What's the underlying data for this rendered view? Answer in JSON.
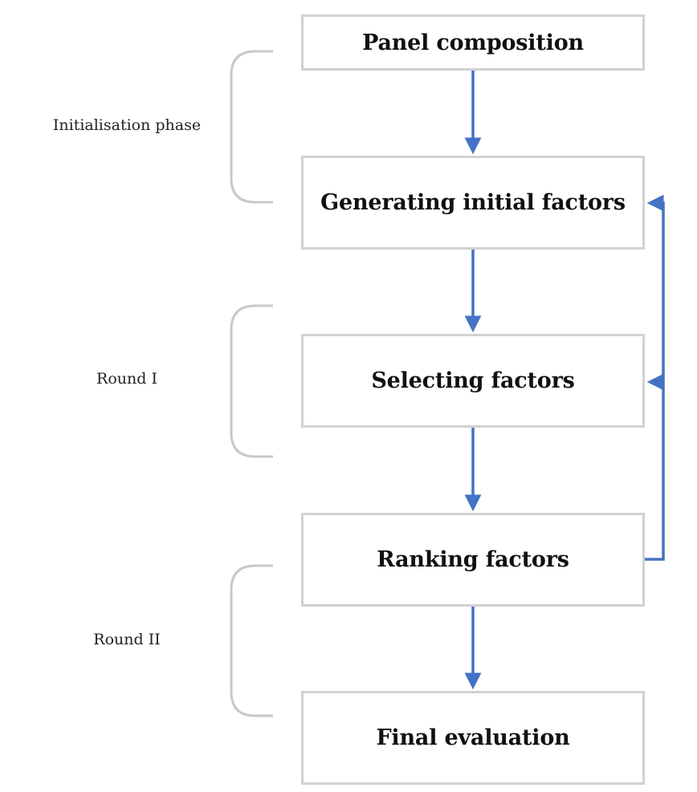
{
  "diagram": {
    "boxes": [
      {
        "id": "panel",
        "label": "Panel composition"
      },
      {
        "id": "generating",
        "label": "Generating initial factors"
      },
      {
        "id": "selecting",
        "label": "Selecting factors"
      },
      {
        "id": "ranking",
        "label": "Ranking factors"
      },
      {
        "id": "final",
        "label": "Final evaluation"
      }
    ],
    "phases": [
      {
        "id": "init",
        "label": "Initialisation phase"
      },
      {
        "id": "round1",
        "label": "Round I"
      },
      {
        "id": "round2",
        "label": "Round II"
      }
    ],
    "colors": {
      "arrow": "#4472c4",
      "box_border": "#d2d2d2",
      "bracket": "#c8c8c8",
      "text": "#111111"
    }
  }
}
